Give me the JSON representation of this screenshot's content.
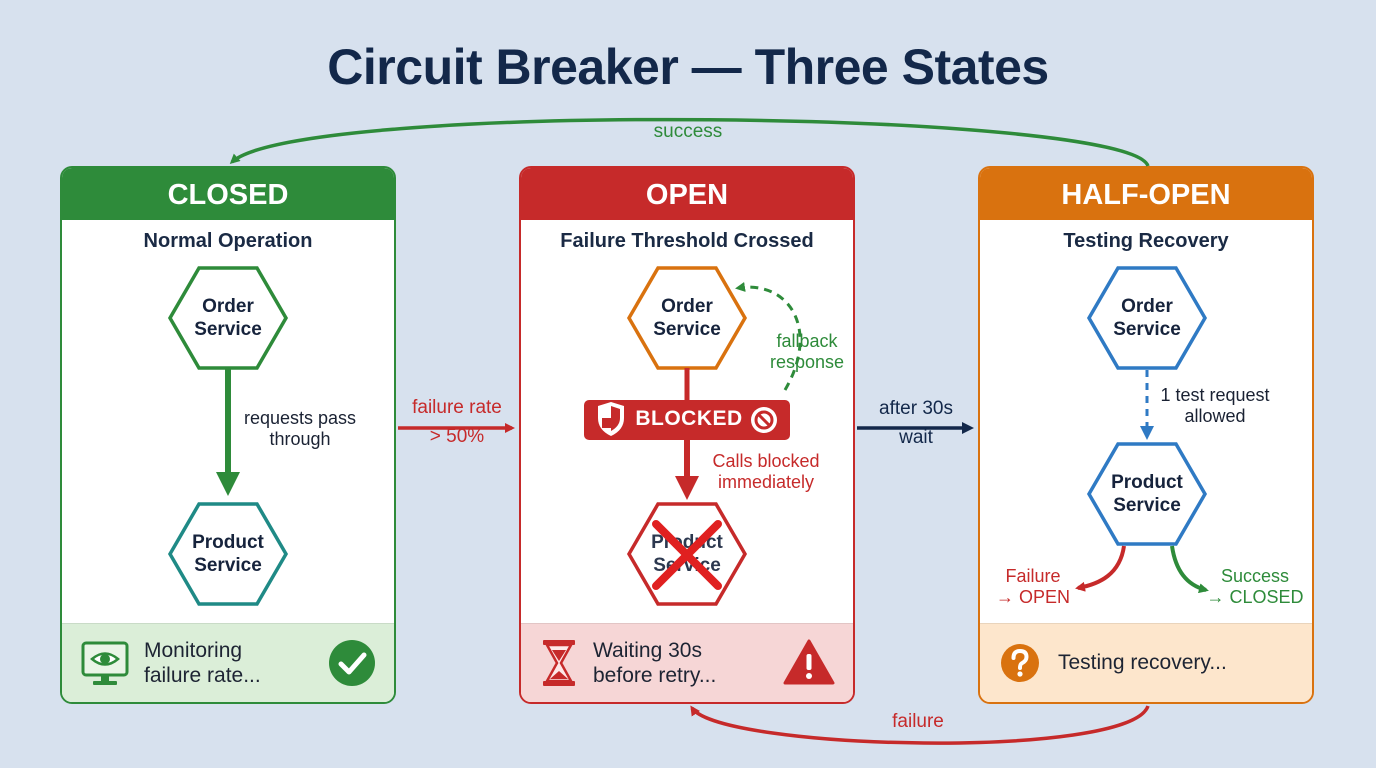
{
  "title": "Circuit Breaker — Three States",
  "transitions": {
    "success": "success",
    "failure_rate_line1": "failure rate",
    "failure_rate_line2": "> 50%",
    "after_line1": "after 30s",
    "after_line2": "wait",
    "failure": "failure"
  },
  "closed": {
    "header": "CLOSED",
    "subtitle": "Normal Operation",
    "order_service": [
      "Order",
      "Service"
    ],
    "product_service": [
      "Product",
      "Service"
    ],
    "flow_label": [
      "requests pass",
      "through"
    ],
    "footer_text": [
      "Monitoring",
      "failure rate..."
    ],
    "footer_icons": [
      "monitor-eye-icon",
      "check-circle-icon"
    ]
  },
  "open": {
    "header": "OPEN",
    "subtitle": "Failure Threshold Crossed",
    "order_service": [
      "Order",
      "Service"
    ],
    "product_service": [
      "Product",
      "Service"
    ],
    "fallback_label": [
      "fallback",
      "response"
    ],
    "blocked_badge": "BLOCKED",
    "blocked_note": [
      "Calls blocked",
      "immediately"
    ],
    "footer_text": [
      "Waiting 30s",
      "before retry..."
    ],
    "footer_icons": [
      "hourglass-icon",
      "warning-icon"
    ]
  },
  "half_open": {
    "header": "HALF-OPEN",
    "subtitle": "Testing Recovery",
    "order_service": [
      "Order",
      "Service"
    ],
    "product_service": [
      "Product",
      "Service"
    ],
    "test_label": [
      "1 test request",
      "allowed"
    ],
    "failure_branch": [
      "Failure",
      "→ OPEN"
    ],
    "success_branch": [
      "Success",
      "→ CLOSED"
    ],
    "footer_text": "Testing recovery...",
    "footer_icons": [
      "question-circle-icon"
    ]
  },
  "colors": {
    "closed": "#2e8b3a",
    "open": "#c62a2a",
    "half_open": "#d9720f",
    "half_open_hex": "#2f7ac4",
    "product_closed": "#1f8a86",
    "title": "#13284a",
    "background": "#d7e1ee"
  }
}
